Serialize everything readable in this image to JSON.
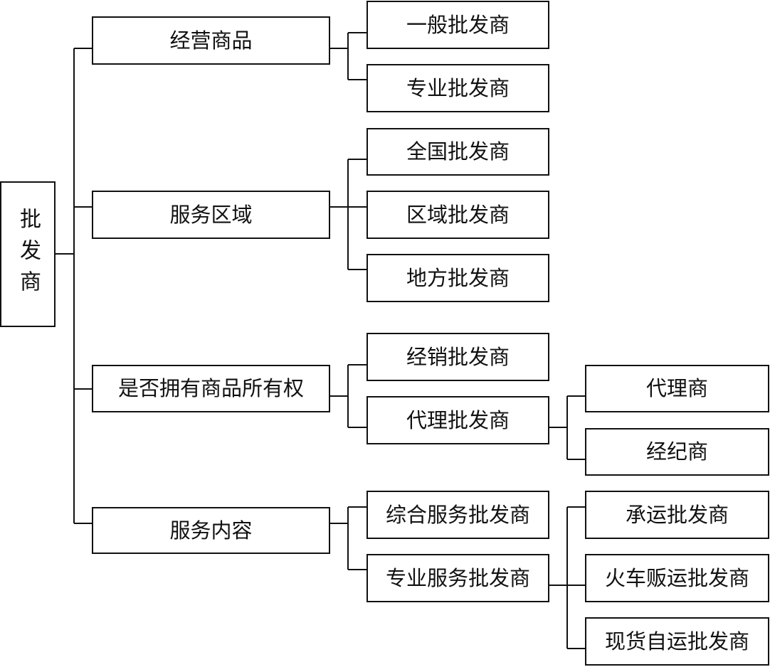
{
  "root": {
    "label": "批发商"
  },
  "categories": [
    {
      "label": "经营商品",
      "children": [
        {
          "label": "一般批发商"
        },
        {
          "label": "专业批发商"
        }
      ]
    },
    {
      "label": "服务区域",
      "children": [
        {
          "label": "全国批发商"
        },
        {
          "label": "区域批发商"
        },
        {
          "label": "地方批发商"
        }
      ]
    },
    {
      "label": "是否拥有商品所有权",
      "children": [
        {
          "label": "经销批发商"
        },
        {
          "label": "代理批发商",
          "children": [
            {
              "label": "代理商"
            },
            {
              "label": "经纪商"
            }
          ]
        }
      ]
    },
    {
      "label": "服务内容",
      "children": [
        {
          "label": "综合服务批发商"
        },
        {
          "label": "专业服务批发商",
          "children": [
            {
              "label": "承运批发商"
            },
            {
              "label": "火车贩运批发商"
            },
            {
              "label": "现货自运批发商"
            }
          ]
        }
      ]
    }
  ]
}
